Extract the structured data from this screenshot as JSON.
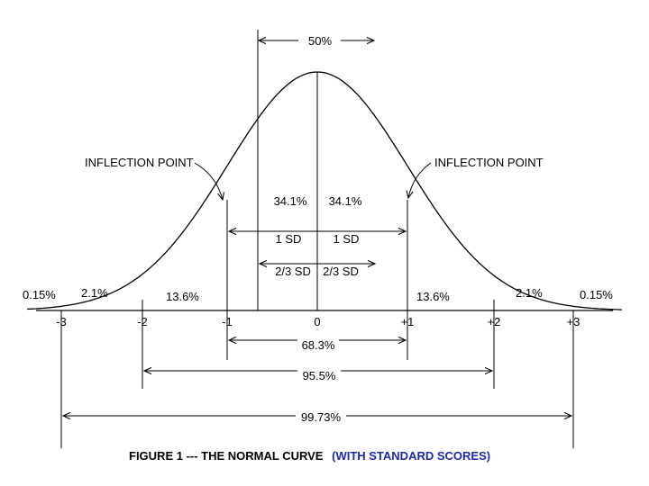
{
  "labels": {
    "fifty": "50%",
    "inflection_left": "INFLECTION POINT",
    "inflection_right": "INFLECTION POINT",
    "pct_341_left": "34.1%",
    "pct_341_right": "34.1%",
    "sd_left": "1 SD",
    "sd_right": "1 SD",
    "two_thirds_left": "2/3 SD",
    "two_thirds_right": "2/3 SD",
    "pct_015_left": "0.15%",
    "pct_21_left": "2.1%",
    "pct_136_left": "13.6%",
    "pct_136_right": "13.6%",
    "pct_21_right": "2.1%",
    "pct_015_right": "0.15%",
    "span_683": "68.3%",
    "span_955": "95.5%",
    "span_9973": "99.73%"
  },
  "axis_ticks": [
    "-3",
    "-2",
    "-1",
    "0",
    "+1",
    "+2",
    "+3"
  ],
  "caption": {
    "main": "FIGURE 1 --- THE NORMAL CURVE",
    "sub": "(WITH STANDARD SCORES)",
    "main_color": "#000000",
    "sub_color": "#1f2aa0"
  }
}
